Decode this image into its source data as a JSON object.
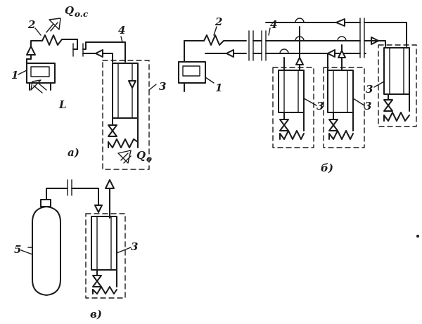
{
  "labels": {
    "n1": "1",
    "n2": "2",
    "n3": "3",
    "n4": "4",
    "n5": "5",
    "L": "L",
    "Q": "Q",
    "qoc_sub": "o.c",
    "qo_sub": "o",
    "a": "a)",
    "b": "б)",
    "c": "в)"
  }
}
